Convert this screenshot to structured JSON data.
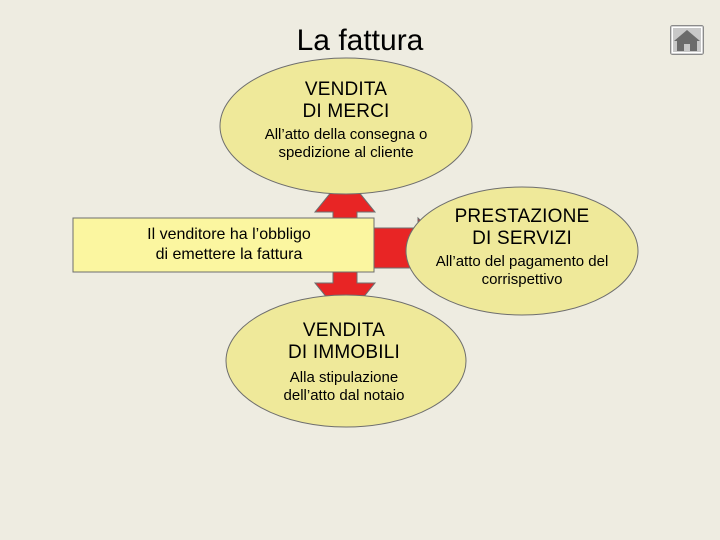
{
  "page": {
    "title": "La fattura"
  },
  "navigation": {
    "home_icon": "home-icon"
  },
  "colors": {
    "background": "#eeece1",
    "ellipse_fill": "#efe99a",
    "box_fill": "#fbf6a0",
    "arrow_fill": "#e82525",
    "outline": "#6e6e6e"
  },
  "diagram": {
    "center": {
      "line1": "Il venditore ha l’obbligo",
      "line2": "di emettere la fattura"
    },
    "nodes": {
      "merci": {
        "title_line1": "VENDITA",
        "title_line2": "DI MERCI",
        "sub_line1": "All’atto della consegna o",
        "sub_line2": "spedizione al cliente"
      },
      "servizi": {
        "title_line1": "PRESTAZIONE",
        "title_line2": "DI SERVIZI",
        "sub_line1": "All’atto del pagamento del",
        "sub_line2": "corrispettivo"
      },
      "immobili": {
        "title_line1": "VENDITA",
        "title_line2": "DI IMMOBILI",
        "sub_line1": "Alla stipulazione",
        "sub_line2": "dell’atto dal notaio"
      }
    }
  }
}
